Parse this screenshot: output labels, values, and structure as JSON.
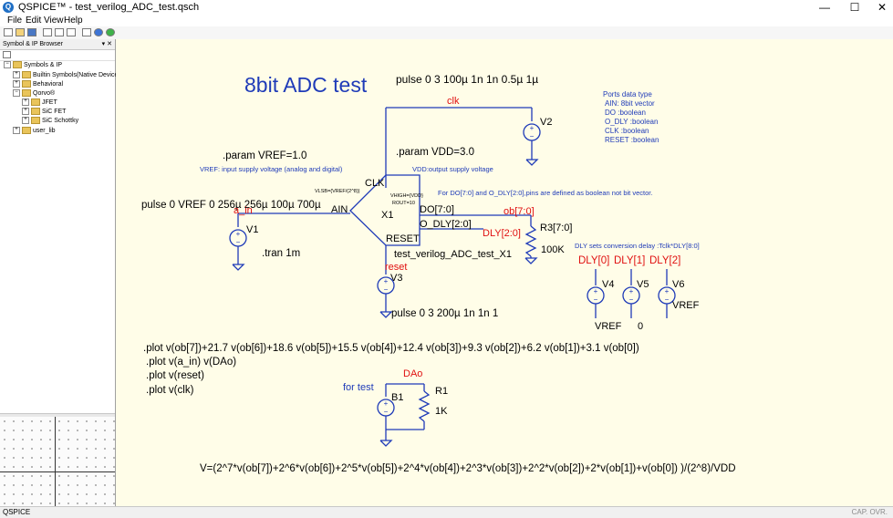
{
  "window": {
    "app_name": "QSPICE™",
    "title": "QSPICE™ - test_verilog_ADC_test.qsch",
    "minimize": "—",
    "maximize": "☐",
    "close": "✕"
  },
  "menu": [
    "File",
    "Edit",
    "View",
    "Help"
  ],
  "sidebar": {
    "title": "Symbol & IP Browser",
    "header_buttons": "▾ ✕",
    "tree": [
      {
        "label": "Symbols & IP",
        "level": 0,
        "expander": "−"
      },
      {
        "label": "Builtin Symbols(Native Device",
        "level": 1,
        "expander": "+"
      },
      {
        "label": "Behavioral",
        "level": 1,
        "expander": "+"
      },
      {
        "label": "Qorvo®",
        "level": 1,
        "expander": "−"
      },
      {
        "label": "JFET",
        "level": 2,
        "expander": "+"
      },
      {
        "label": "SiC FET",
        "level": 2,
        "expander": "+"
      },
      {
        "label": "SiC Schottky",
        "level": 2,
        "expander": "+"
      },
      {
        "label": "user_lib",
        "level": 1,
        "expander": "+"
      }
    ]
  },
  "status": {
    "left": "QSPICE",
    "right": "CAP. OVR."
  },
  "schematic": {
    "title": "8bit ADC test",
    "clk_pulse": "pulse 0 3 100µ 1n 1n 0.5µ 1µ",
    "clk_net": "clk",
    "v2": "V2",
    "ports_info": [
      "Ports data type",
      "AIN: 8bit vector",
      "DO :boolean",
      "O_DLY :boolean",
      "CLK :boolean",
      "RESET :boolean"
    ],
    "param_vref": ".param VREF=1.0",
    "vref_desc": "VREF: input supply voltage (analog and digital)",
    "param_vdd": ".param VDD=3.0",
    "vdd_desc": "VDD:output supply voltage",
    "clk_pin": "CLK",
    "vlsb": "VLSB={VREF/(2^8)}",
    "vhigh": "VHIGH={VDD}",
    "rout": "ROUT=10",
    "ain_pin": "AIN",
    "x1": "X1",
    "do_pin": "DO[7:0]",
    "ob_net": "ob[7:0]",
    "odly_pin": "O_DLY[2:0]",
    "dly_net": "DLY[2:0]",
    "r3": "R3[7:0]",
    "r3_value": "100K",
    "reset_pin": "RESET",
    "instance_name": "test_verilog_ADC_test_X1",
    "boolean_note": "For DO[7:0] and O_DLY[2:0],pins are defined as boolean not bit vector.",
    "v1_pulse": "pulse 0 VREF 0 256µ 256µ 100µ 700µ",
    "a_in_net": "a_in",
    "v1": "V1",
    "tran": ".tran 1m",
    "reset_net": "reset",
    "v3": "V3",
    "v3_pulse": "pulse 0 3 200µ 1n 1n 1",
    "dly_note": "DLY sets conversion delay :Tclk*DLY[8:0]",
    "dly0": "DLY[0]",
    "dly1": "DLY[1]",
    "dly2": "DLY[2]",
    "v4": "V4",
    "v5": "V5",
    "v6": "V6",
    "v4_value": "VREF",
    "v5_value": "0",
    "v6_value": "VREF",
    "plot1": ".plot v(ob[7])+21.7 v(ob[6])+18.6 v(ob[5])+15.5 v(ob[4])+12.4 v(ob[3])+9.3 v(ob[2])+6.2 v(ob[1])+3.1 v(ob[0])",
    "plot2": ".plot v(a_in) v(DAo)",
    "plot3": ".plot v(reset)",
    "plot4": ".plot v(clk)",
    "dao_net": "DAo",
    "for_test": "for test",
    "b1": "B1",
    "r1": "R1",
    "r1_value": "1K",
    "formula": "V=(2^7*v(ob[7])+2^6*v(ob[6])+2^5*v(ob[5])+2^4*v(ob[4])+2^3*v(ob[3])+2^2*v(ob[2])+2*v(ob[1])+v(ob[0]) )/(2^8)/VDD"
  }
}
